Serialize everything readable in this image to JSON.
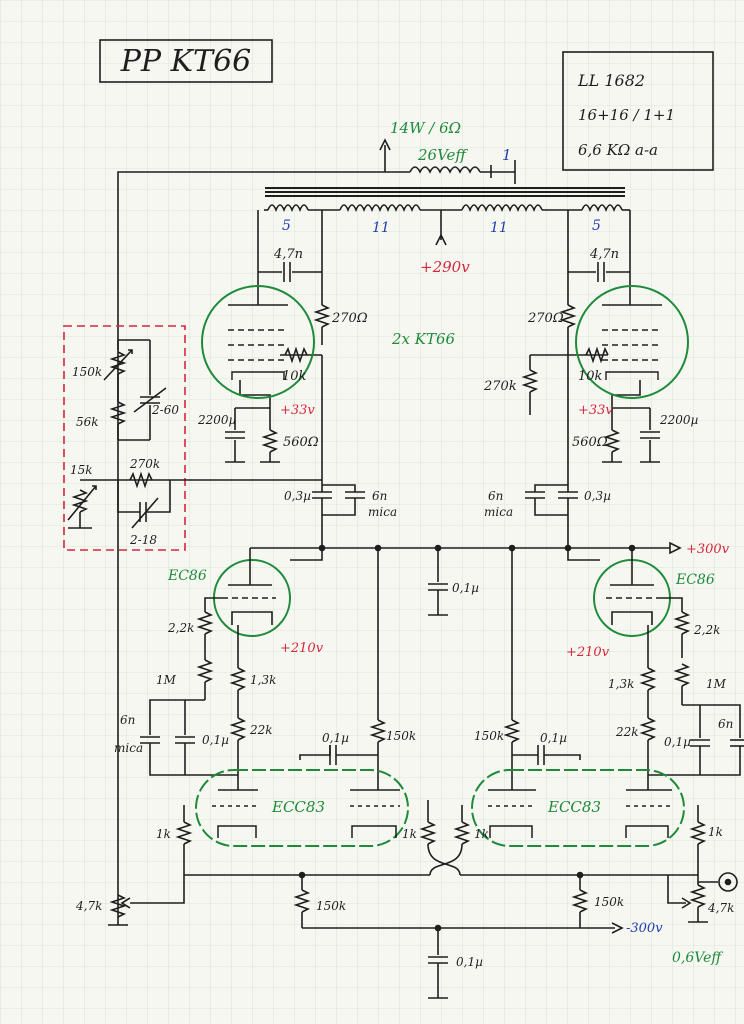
{
  "title": "PP KT66",
  "transformer_spec": {
    "model": "LL 1682",
    "ratio": "16+16 / 1+1",
    "impedance": "6,6 KΩ a-a"
  },
  "output": {
    "power": "14W / 6Ω",
    "voltage": "26Veff",
    "ground_mark": "1"
  },
  "windings": {
    "left_outer": "5",
    "left_inner": "11",
    "right_inner": "11",
    "right_outer": "5"
  },
  "supply": {
    "b_plus_output": "+290v",
    "b_plus_driver": "+300v",
    "b_minus": "-300v"
  },
  "output_stage": {
    "tubes": "2x KT66",
    "cap_left": "4,7n",
    "cap_right": "4,7n",
    "screen_res_left": "270Ω",
    "screen_res_right": "270Ω",
    "grid_stop_left": "10k",
    "grid_stop_right": "10k",
    "grid_leak": "270k",
    "cathode_voltage_left": "+33v",
    "cathode_voltage_right": "+33v",
    "cathode_cap_left": "2200µ",
    "cathode_cap_right": "2200µ",
    "cathode_res_left": "560Ω",
    "cathode_res_right": "560Ω"
  },
  "coupling": {
    "left_cap": "0,3µ",
    "left_mica": "6n",
    "left_mica_label": "mica",
    "right_cap": "0,3µ",
    "right_mica": "6n",
    "right_mica_label": "mica"
  },
  "feedback": {
    "r1": "150k",
    "r2": "56k",
    "c1": "2-60",
    "pot": "15k",
    "r3": "270k",
    "c2": "2-18"
  },
  "driver": {
    "tube_left": "EC86",
    "tube_right": "EC86",
    "supply_cap": "0,1µ",
    "grid_res_left": "2,2k",
    "grid_res_right": "2,2k",
    "plate_voltage_left": "+210v",
    "plate_voltage_right": "+210v",
    "bias_res_left": "1M",
    "bias_res_right": "1M",
    "cath_res_left": "1,3k",
    "cath_res_right": "1,3k",
    "load_res_left": "22k",
    "load_res_right": "22k",
    "mica_left": "6n",
    "mica_left_label": "mica",
    "mica_right": "6n",
    "cap_left": "0,1µ",
    "cap_right": "0,1µ"
  },
  "phase_splitter": {
    "tube_left": "ECC83",
    "tube_right": "ECC83",
    "cap_left": "0,1µ",
    "cap_right": "0,1µ",
    "plate_res_left": "150k",
    "plate_res_right": "150k",
    "cath_res_left": "1k",
    "cath_res_mid_left": "1k",
    "cath_res_mid_right": "1k",
    "cath_res_right": "1k",
    "tail_left": "150k",
    "tail_right": "150k",
    "pot_left": "4,7k",
    "pot_right": "4,7k",
    "bypass_cap": "0,1µ",
    "input_level": "0,6Veff"
  },
  "colors": {
    "ink": "#1e1e1e",
    "green": "#1f8a3a",
    "red": "#d7263d",
    "blue": "#1f3fb0",
    "grid": "#cfe3cf",
    "paper": "#f7f7f2",
    "dashed_box": "#d7263d"
  }
}
